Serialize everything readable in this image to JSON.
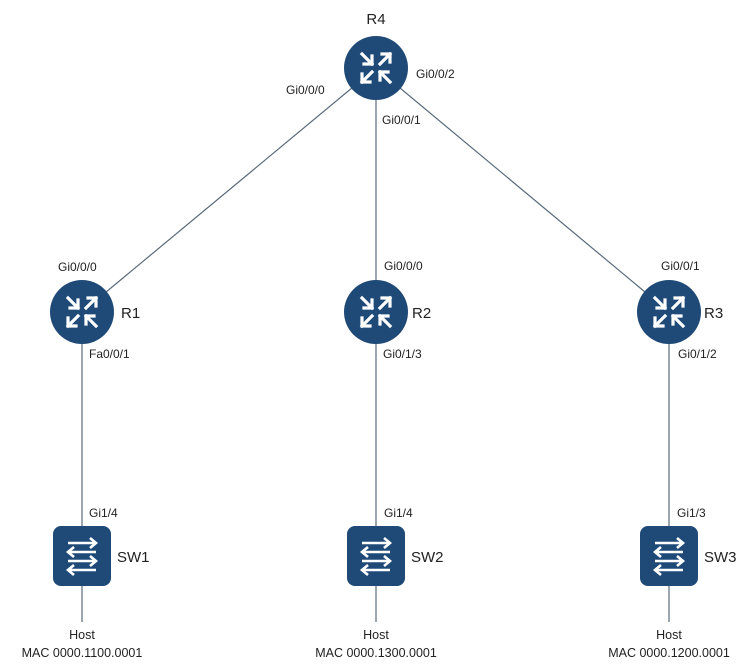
{
  "colors": {
    "device": "#1f4a78",
    "link": "#5a6a7a",
    "icon": "#ffffff"
  },
  "routers": [
    {
      "id": "R4",
      "label": "R4"
    },
    {
      "id": "R1",
      "label": "R1"
    },
    {
      "id": "R2",
      "label": "R2"
    },
    {
      "id": "R3",
      "label": "R3"
    }
  ],
  "switches": [
    {
      "id": "SW1",
      "label": "SW1"
    },
    {
      "id": "SW2",
      "label": "SW2"
    },
    {
      "id": "SW3",
      "label": "SW3"
    }
  ],
  "links": [
    {
      "from": "R4",
      "to": "R1",
      "from_port": "Gi0/0/0",
      "to_port": "Gi0/0/0"
    },
    {
      "from": "R4",
      "to": "R2",
      "from_port": "Gi0/0/1",
      "to_port": "Gi0/0/0"
    },
    {
      "from": "R4",
      "to": "R3",
      "from_port": "Gi0/0/2",
      "to_port": "Gi0/0/1"
    },
    {
      "from": "R1",
      "to": "SW1",
      "from_port": "Fa0/0/1",
      "to_port": "Gi1/4"
    },
    {
      "from": "R2",
      "to": "SW2",
      "from_port": "Gi0/1/3",
      "to_port": "Gi1/4"
    },
    {
      "from": "R3",
      "to": "SW3",
      "from_port": "Gi0/1/2",
      "to_port": "Gi1/3"
    }
  ],
  "hosts": [
    {
      "switch": "SW1",
      "title": "Host",
      "mac": "MAC 0000.1100.0001"
    },
    {
      "switch": "SW2",
      "title": "Host",
      "mac": "MAC 0000.1300.0001"
    },
    {
      "switch": "SW3",
      "title": "Host",
      "mac": "MAC 0000.1200.0001"
    }
  ]
}
